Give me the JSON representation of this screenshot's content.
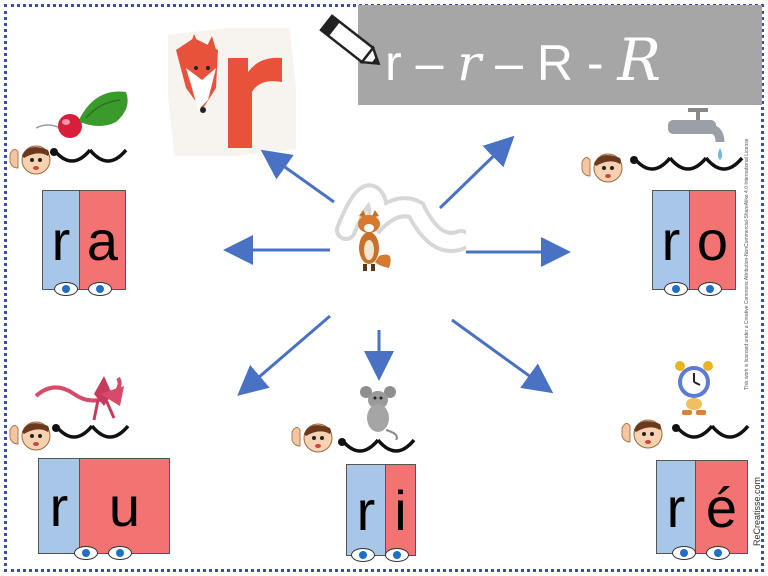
{
  "banner": {
    "script_r": "r",
    "dash1": "–",
    "cursive_r": "r",
    "dash2": "–",
    "capital_R": "R",
    "dash3": "-",
    "fancy_R": "R"
  },
  "syllables": [
    {
      "id": "ra",
      "consonant": "r",
      "vowel": "a"
    },
    {
      "id": "ro",
      "consonant": "r",
      "vowel": "o"
    },
    {
      "id": "ru",
      "consonant": "r",
      "vowel": "u"
    },
    {
      "id": "ri",
      "consonant": "r",
      "vowel": "i"
    },
    {
      "id": "re",
      "consonant": "r",
      "vowel": "é"
    }
  ],
  "center_letter": "r",
  "site": "ReCreatisse.com",
  "license": "This work is licensed under a Creative Commons Attribution-NonCommercial-ShareAlike 4.0 International License",
  "colors": {
    "consonant_bg": "#a8c6e8",
    "vowel_bg": "#f37272",
    "arrow": "#4a72c4",
    "banner": "#a6a6a6",
    "border": "#3a4fa0"
  },
  "icons": [
    "radish-icon",
    "fox-letter-icon",
    "crayon-icon",
    "faucet-icon",
    "ribbon-icon",
    "mouse-icon",
    "alarm-clock-icon",
    "fox-icon",
    "ear-listening-kid-icon",
    "eyes-icon"
  ]
}
